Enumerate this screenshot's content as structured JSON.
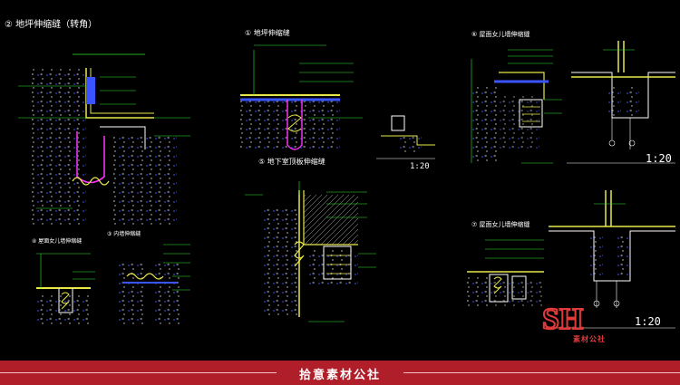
{
  "titles": {
    "t2": "② 地坪伸缩缝（转角）",
    "t1": "① 地坪伸缩缝",
    "t5": "⑤ 地下室顶板伸缩缝",
    "t6": "⑥ 屋面女儿墙伸缩缝",
    "t7": "⑦ 屋面女儿墙伸缩缝",
    "t3": "③ 内墙伸缩缝",
    "t4": "④ 屋面女儿墙伸缩缝"
  },
  "scales": {
    "s_small": "1:20",
    "s_right_top": "1:20",
    "s_right_bottom": "1:20"
  },
  "banner": {
    "text": "拾意素材公社"
  },
  "logo": {
    "letters": "SH",
    "subtitle": "素材公社"
  },
  "colors": {
    "detail_line": "#e8e84a",
    "annotation": "#2ee82e",
    "membrane": "#3a55ff",
    "rubber": "#ff33ff",
    "outline": "#ffffff",
    "banner": "#b01e2a"
  }
}
